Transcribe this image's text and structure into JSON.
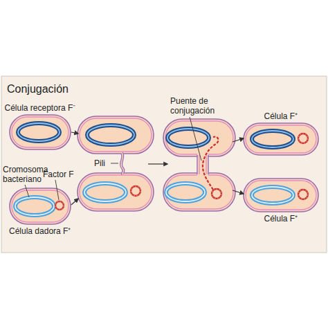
{
  "diagram": {
    "title": "Conjugación",
    "nodes": [
      {
        "text": [
          "Célula receptora F⁻"
        ]
      },
      {
        "text": [
          "Célula dadora F⁺"
        ]
      },
      {
        "text": [
          "Célula F⁺"
        ]
      },
      {
        "text": [
          "Célula F⁺"
        ]
      }
    ],
    "labels": [
      "Cromosoma bacteriano",
      "Factor F",
      "Pili",
      "Puente de conjugación"
    ]
  }
}
